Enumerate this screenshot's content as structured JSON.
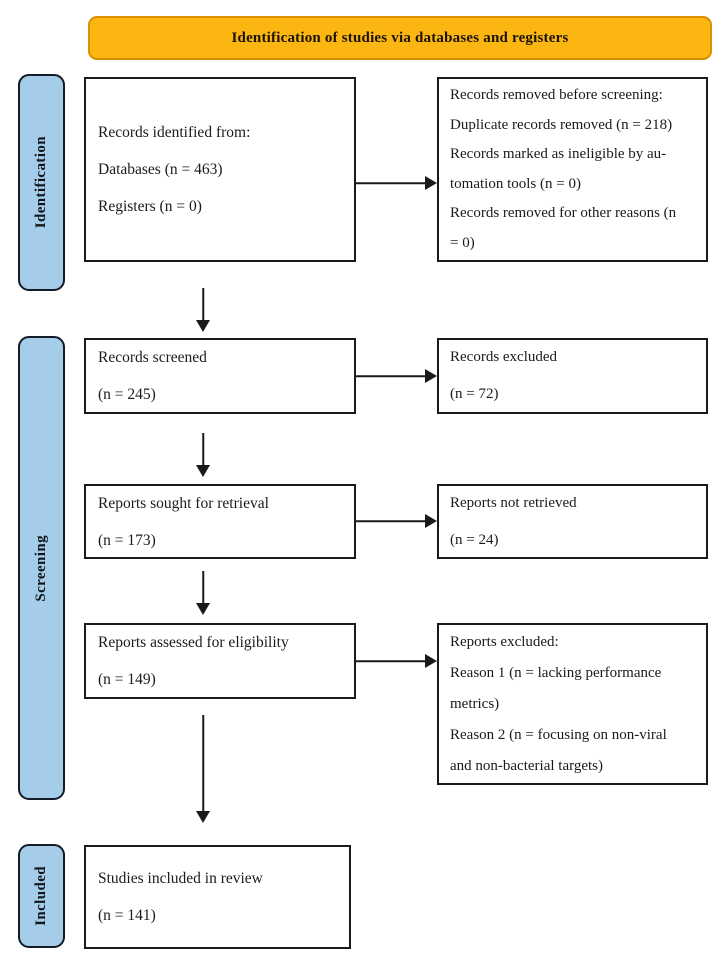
{
  "header": {
    "title": "Identification of studies via databases and registers"
  },
  "colors": {
    "banner_bg": "#FBB612",
    "banner_border": "#D98F00",
    "stage_bg": "#A5CDE9",
    "stage_border": "#131C26",
    "box_border": "#1A1A1A",
    "text": "#1B1B1B",
    "arrow": "#1A1A1A"
  },
  "stages": [
    {
      "label": "Identification"
    },
    {
      "label": "Screening"
    },
    {
      "label": "Included"
    }
  ],
  "flow": {
    "main": [
      {
        "id": "records-identified",
        "lines": [
          "Records identified from:",
          "Databases (n = 463)",
          "Registers (n = 0)"
        ]
      },
      {
        "id": "records-screened",
        "lines": [
          "Records screened",
          "(n = 245)"
        ]
      },
      {
        "id": "reports-sought",
        "lines": [
          "Reports sought for retrieval",
          "(n = 173)"
        ]
      },
      {
        "id": "reports-assessed",
        "lines": [
          "Reports assessed for eligibility",
          "(n = 149)"
        ]
      },
      {
        "id": "studies-included",
        "lines": [
          "Studies included in review",
          "(n = 141)"
        ]
      }
    ],
    "side": [
      {
        "id": "records-removed",
        "lines": [
          "Records removed before screening:",
          "Duplicate records removed (n = 218)",
          "Records marked as ineligible by au-",
          "tomation tools (n = 0)",
          "Records removed for other reasons (n",
          "= 0)"
        ]
      },
      {
        "id": "records-excluded",
        "lines": [
          "Records excluded",
          "(n = 72)"
        ]
      },
      {
        "id": "reports-not-retrieved",
        "lines": [
          "Reports not retrieved",
          "(n = 24)"
        ]
      },
      {
        "id": "reports-excluded",
        "lines": [
          "Reports excluded:",
          "Reason 1 (n = lacking performance",
          "metrics)",
          "Reason 2 (n = focusing on non-viral",
          "and non-bacterial targets)"
        ]
      }
    ]
  }
}
